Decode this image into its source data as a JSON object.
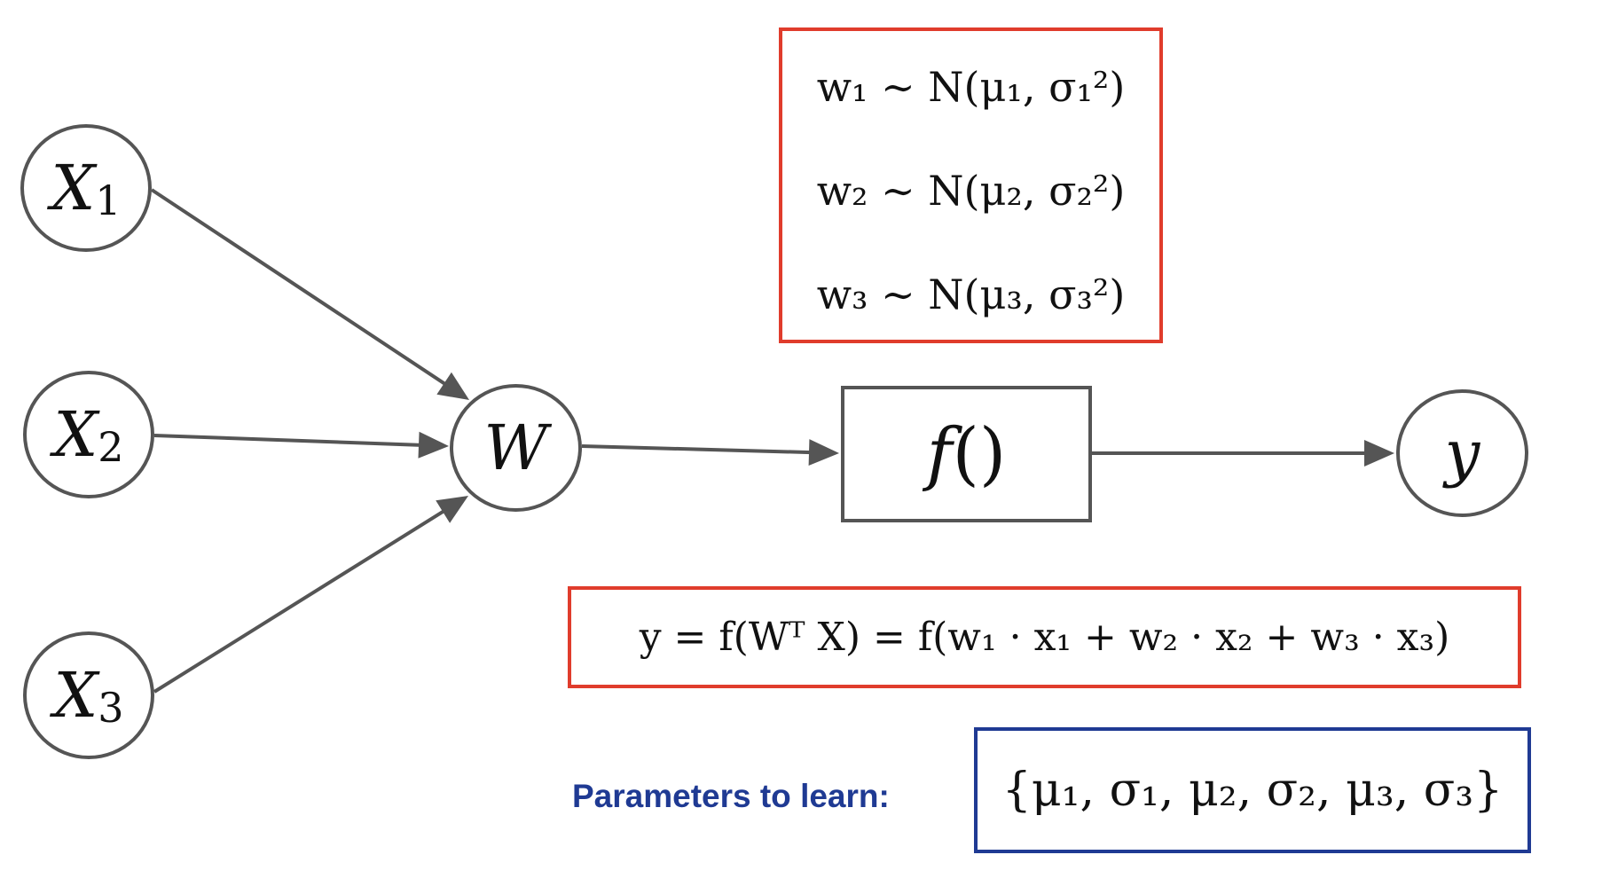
{
  "nodes": {
    "x1": {
      "symbol": "X",
      "subscript": "1"
    },
    "x2": {
      "symbol": "X",
      "subscript": "2"
    },
    "x3": {
      "symbol": "X",
      "subscript": "3"
    },
    "w": {
      "symbol": "W"
    },
    "f": {
      "symbol": "f",
      "parens": "()"
    },
    "y": {
      "symbol": "y"
    }
  },
  "weight_distributions": [
    "w₁ ∼ N(μ₁, σ₁²)",
    "w₂ ∼ N(μ₂, σ₂²)",
    "w₃ ∼ N(μ₃, σ₃²)"
  ],
  "output_equation": "y = f(Wᵀ X) = f(w₁ · x₁ + w₂ · x₂ + w₃ · x₃)",
  "parameters": {
    "label": "Parameters to learn:",
    "set": "{μ₁, σ₁, μ₂, σ₂, μ₃, σ₃}"
  },
  "colors": {
    "equation_border": "#e03c2c",
    "parameters_border": "#1f3a93",
    "parameters_label": "#1f3a93",
    "node_border": "#555555",
    "edge": "#555555"
  }
}
